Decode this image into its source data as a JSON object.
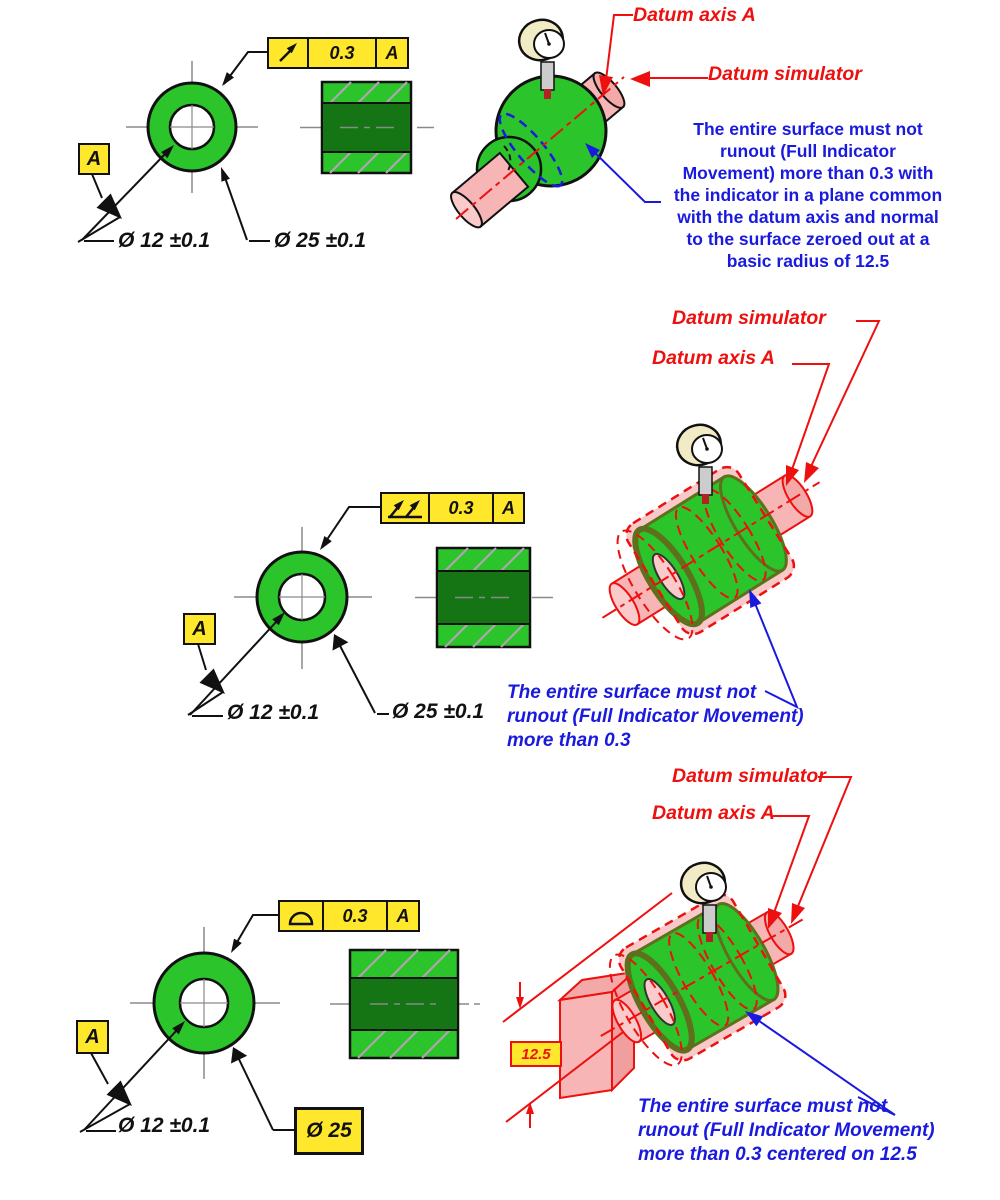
{
  "title": "Runout tolerance comparison diagram",
  "colors": {
    "part_green": "#2bc42b",
    "part_dark_green": "#157515",
    "fcf_yellow": "#ffe72b",
    "simulator_pink": "#f7b5b5",
    "annotation_red": "#ee0f0f",
    "annotation_blue": "#1a1adf"
  },
  "icons": [
    "circular-runout-icon",
    "total-runout-icon",
    "profile-of-a-surface-icon",
    "datum-triangle-icon",
    "dial-indicator-icon"
  ],
  "sections": [
    {
      "name": "circular-runout",
      "fcf": {
        "symbol_name": "circular-runout-icon",
        "tolerance": "0.3",
        "datum": "A"
      },
      "datum_flag": "A",
      "dims": {
        "inner": "Ø 12 ±0.1",
        "outer": "Ø 25 ±0.1"
      },
      "callouts": {
        "datum_axis": "Datum axis A",
        "datum_simulator": "Datum simulator"
      },
      "note_lines": [
        "The entire surface must not",
        "runout (Full Indicator",
        "Movement) more than 0.3 with",
        "the indicator in a plane common",
        "with the datum axis and normal",
        "to the surface zeroed out at a",
        "basic radius of 12.5"
      ]
    },
    {
      "name": "total-runout",
      "fcf": {
        "symbol_name": "total-runout-icon",
        "tolerance": "0.3",
        "datum": "A"
      },
      "datum_flag": "A",
      "dims": {
        "inner": "Ø 12 ±0.1",
        "outer": "Ø 25 ±0.1"
      },
      "callouts": {
        "datum_axis": "Datum axis A",
        "datum_simulator": "Datum simulator"
      },
      "note_lines": [
        "The entire surface must not",
        "runout (Full Indicator Movement)",
        "more than 0.3"
      ]
    },
    {
      "name": "profile-of-a-surface",
      "fcf": {
        "symbol_name": "profile-of-a-surface-icon",
        "tolerance": "0.3",
        "datum": "A"
      },
      "datum_flag": "A",
      "dims": {
        "inner": "Ø 12 ±0.1",
        "outer_basic": "Ø 25",
        "basic_radius": "12.5"
      },
      "callouts": {
        "datum_axis": "Datum axis A",
        "datum_simulator": "Datum simulator"
      },
      "note_lines": [
        "The entire surface must not",
        "runout (Full Indicator Movement)",
        "more than 0.3 centered on 12.5"
      ]
    }
  ]
}
